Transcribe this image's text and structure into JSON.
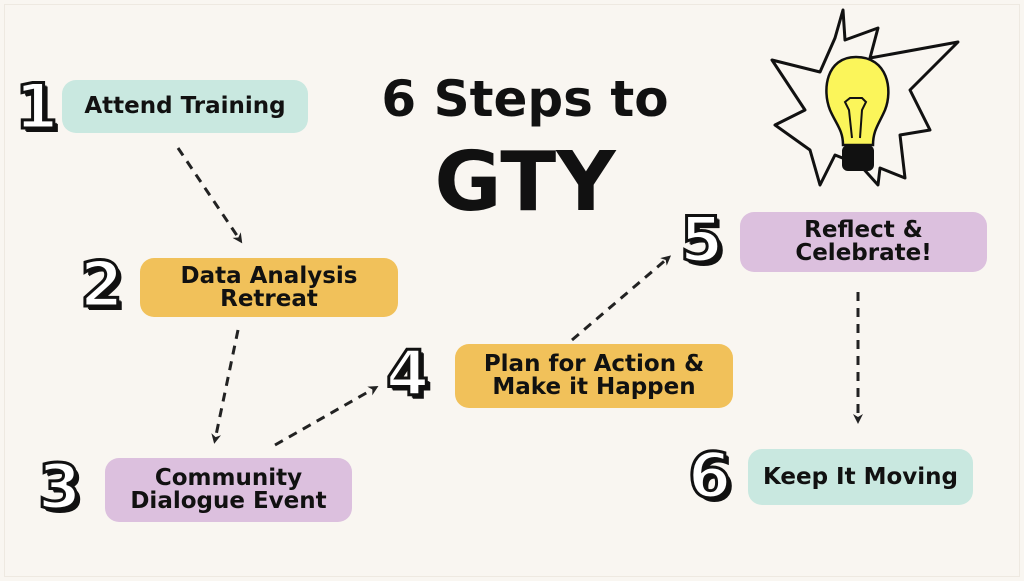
{
  "title": {
    "line1": "6 Steps to",
    "line2": "GTY"
  },
  "steps": [
    {
      "number": "1",
      "label": "Attend Training",
      "color": "#c9e8e0"
    },
    {
      "number": "2",
      "label": "Data Analysis Retreat",
      "color": "#f1c15a"
    },
    {
      "number": "3",
      "label": "Community Dialogue Event",
      "color": "#dcc0de"
    },
    {
      "number": "4",
      "label": "Plan for Action & Make it Happen",
      "color": "#f1c15a"
    },
    {
      "number": "5",
      "label": "Reflect & Celebrate!",
      "color": "#dcc0de"
    },
    {
      "number": "6",
      "label": "Keep It Moving",
      "color": "#c9e8e0"
    }
  ],
  "icons": {
    "decoration": "lightbulb-icon"
  }
}
